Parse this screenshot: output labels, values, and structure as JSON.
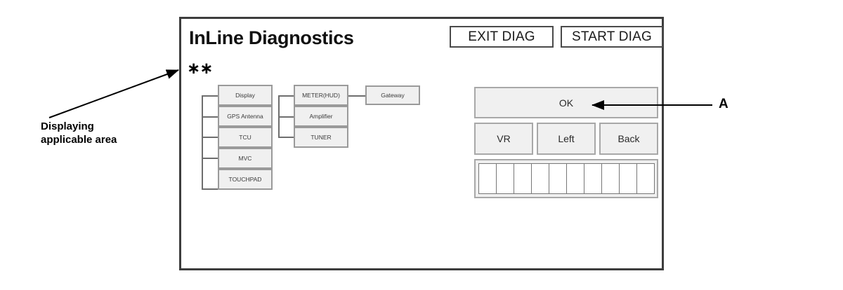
{
  "screen": {
    "title": "InLine Diagnostics",
    "asterisk_marker": "∗∗",
    "frame_color": "#3d3d3d",
    "panel_fill": "#f0f0f0",
    "panel_border": "#a8a8a8"
  },
  "header": {
    "buttons": [
      {
        "id": "exit-diag",
        "label": "EXIT DIAG"
      },
      {
        "id": "start-diag",
        "label": "START DIAG"
      }
    ]
  },
  "module_tree": {
    "column_a": [
      {
        "label": "Display"
      },
      {
        "label": "GPS Antenna"
      },
      {
        "label": "TCU"
      },
      {
        "label": "MVC"
      },
      {
        "label": "TOUCHPAD"
      }
    ],
    "column_b": [
      {
        "label": "METER(HUD)"
      },
      {
        "label": "Amplifier"
      },
      {
        "label": "TUNER"
      }
    ],
    "column_c": [
      {
        "label": "Gateway"
      }
    ]
  },
  "control_panel": {
    "ok_label": "OK",
    "row_buttons": [
      {
        "label": "VR"
      },
      {
        "label": "Left"
      },
      {
        "label": "Back"
      }
    ],
    "keypad_cell_count": 10
  },
  "annotations": {
    "left_note": "Displaying\napplicable area",
    "left_note_line1": "Displaying",
    "left_note_line2": "applicable area",
    "right_label": "A"
  }
}
